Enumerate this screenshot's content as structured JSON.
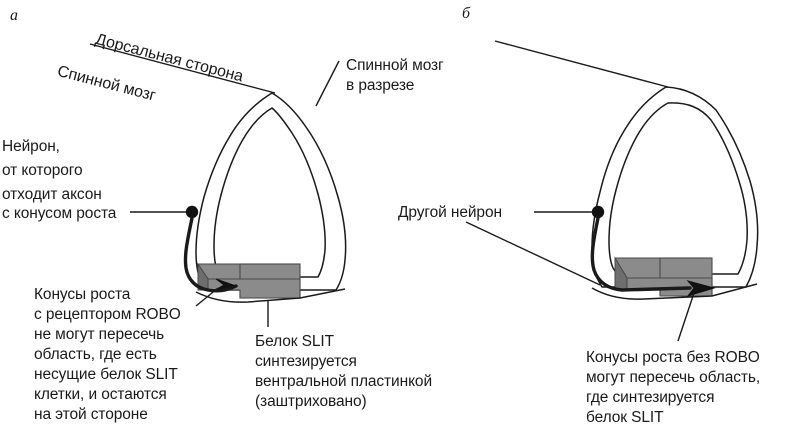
{
  "figure": {
    "type": "scientific-diagram",
    "subject": "Axon guidance across the spinal cord midline by SLIT/ROBO signalling",
    "background_color": "#ffffff",
    "line_color": "#1a1a1a",
    "shade_color": "#808080",
    "shade_dark_color": "#6e6e6e"
  },
  "panels": [
    {
      "letter": "а",
      "labels": {
        "dorsal_side": "Дорсальная сторона",
        "spinal_cord": "Спинной мозг",
        "spinal_cord_section_line1": "Спинной мозг",
        "spinal_cord_section_line2": "в разрезе",
        "neuron_line1": "Нейрон,",
        "neuron_line2": "от которого",
        "neuron_line3": "отходит аксон",
        "neuron_line4": "с конусом роста",
        "growth_cone_line1": "Конусы роста",
        "growth_cone_line2": "с рецептором ROBO",
        "growth_cone_line3": "не могут пересечь",
        "growth_cone_line4": "область, где есть",
        "growth_cone_line5": "несущие белок SLIT",
        "growth_cone_line6": "клетки, и остаются",
        "growth_cone_line7": "на этой стороне",
        "slit_line1": "Белок SLIT",
        "slit_line2": "синтезируется",
        "slit_line3": "вентральной пластинкой",
        "slit_line4": "(заштриховано)"
      }
    },
    {
      "letter": "б",
      "labels": {
        "other_neuron": "Другой нейрон",
        "crossing_line1": "Конусы роста без ROBO",
        "crossing_line2": "могут пересечь область,",
        "crossing_line3": "где синтезируется",
        "crossing_line4": "белок SLIT"
      }
    }
  ]
}
